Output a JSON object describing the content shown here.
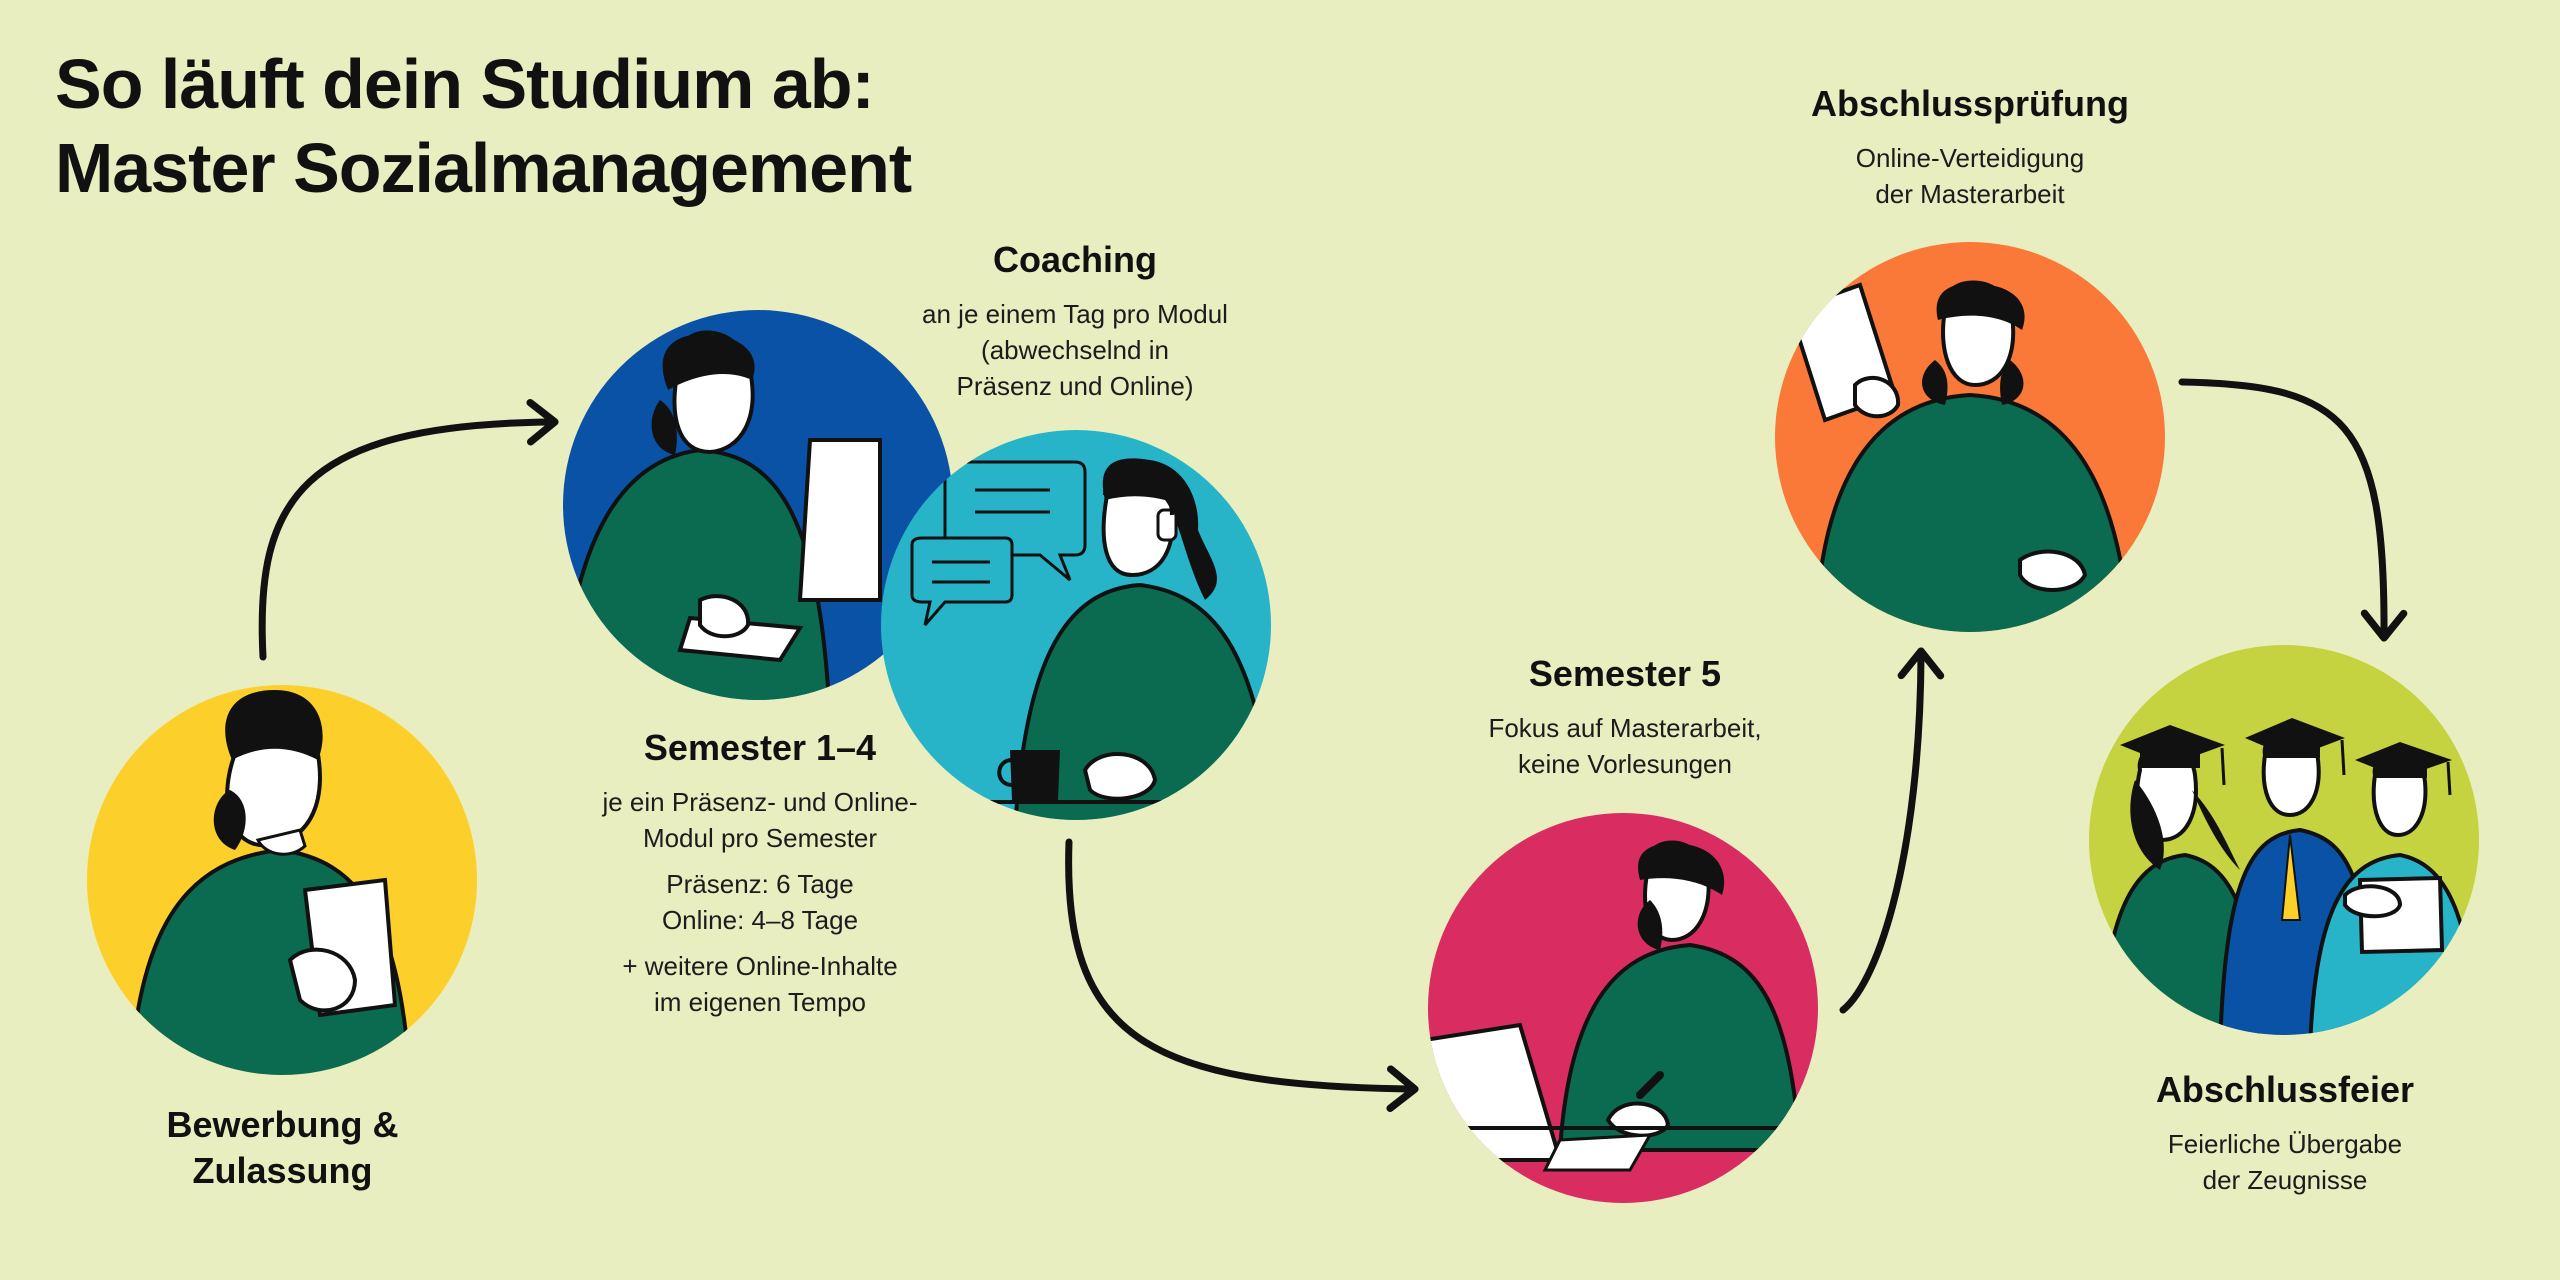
{
  "title": {
    "line1": "So läuft dein Studium ab:",
    "line2": "Master Sozialmanagement"
  },
  "stages": {
    "bewerbung": {
      "title_line1": "Bewerbung &",
      "title_line2": "Zulassung"
    },
    "semester14": {
      "title": "Semester 1–4",
      "line1": "je ein Präsenz- und Online-",
      "line2": "Modul pro Semester",
      "line3": "Präsenz: 6 Tage",
      "line4": "Online: 4–8 Tage",
      "line5": "+ weitere Online-Inhalte",
      "line6": "im eigenen Tempo"
    },
    "coaching": {
      "title": "Coaching",
      "line1": "an je einem Tag pro Modul",
      "line2": "(abwechselnd in",
      "line3": "Präsenz und Online)"
    },
    "semester5": {
      "title": "Semester 5",
      "line1": "Fokus auf Masterarbeit,",
      "line2": "keine Vorlesungen"
    },
    "abschlusspruefung": {
      "title": "Abschlussprüfung",
      "line1": "Online-Verteidigung",
      "line2": "der Masterarbeit"
    },
    "abschlussfeier": {
      "title": "Abschlussfeier",
      "line1": "Feierliche Übergabe",
      "line2": "der Zeugnisse"
    }
  },
  "colors": {
    "background": "#e8eec0",
    "yellow": "#fccf2b",
    "blue": "#0a52a6",
    "cyan": "#27b4c9",
    "pink": "#d92d62",
    "orange": "#fa7838",
    "lime": "#c4d33f",
    "green": "#0b6b50",
    "ink": "#111111"
  },
  "icons": [
    "person-reading-icon",
    "person-at-computer-icon",
    "person-with-headset-icon",
    "chat-bubble-icon",
    "coffee-mug-icon",
    "person-writing-icon",
    "person-holding-paper-icon",
    "graduate-cap-icon",
    "arrow-icon"
  ]
}
